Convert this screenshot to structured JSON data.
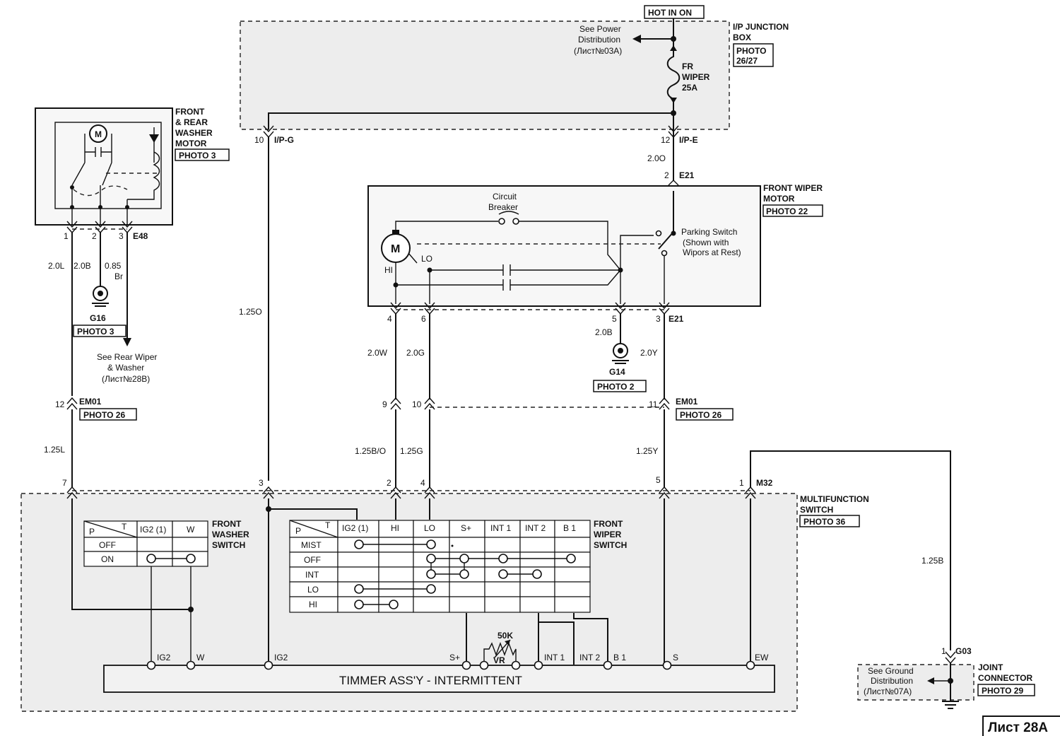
{
  "page_label": "Лист 28А",
  "hot_label": "HOT IN ON",
  "ip_junction_box": {
    "title": "I/P JUNCTION",
    "title2": "BOX",
    "photo": "PHOTO",
    "photo_num": "26/27"
  },
  "power_ref": {
    "line1": "See Power",
    "line2": "Distribution",
    "line3": "(Лист№03А)"
  },
  "fuse": {
    "line1": "FR",
    "line2": "WIPER",
    "line3": "25A"
  },
  "connectors": {
    "ipg_pin": "10",
    "ipg": "I/P-G",
    "ipe_pin": "12",
    "ipe": "I/P-E",
    "e21": "E21",
    "e21_top_pin": "2",
    "e21_pin4": "4",
    "e21_pin6": "6",
    "e21_pin5": "5",
    "e21_pin3": "3",
    "e48": "E48",
    "e48_pin1": "1",
    "e48_pin2": "2",
    "e48_pin3": "3",
    "em01": "EM01",
    "em01_pin12": "12",
    "em01_pin9": "9",
    "em01_pin10": "10",
    "em01_pin11": "11",
    "m32": "M32",
    "m32_pin7": "7",
    "m32_pin3": "3",
    "m32_pin2": "2",
    "m32_pin4": "4",
    "m32_pin5": "5",
    "m32_pin1": "1",
    "g03": "G03",
    "g03_pin": "1"
  },
  "wires": {
    "w20o": "2.0O",
    "w125o": "1.25O",
    "w20l": "2.0L",
    "w20b": "2.0B",
    "w085": "0.85",
    "w085br": "Br",
    "w20w": "2.0W",
    "w20g": "2.0G",
    "w20b2": "2.0B",
    "w20y": "2.0Y",
    "w125l": "1.25L",
    "w125bo": "1.25B/O",
    "w125g": "1.25G",
    "w125y": "1.25Y",
    "w125b": "1.25B"
  },
  "washer_motor": {
    "l1": "FRONT",
    "l2": "& REAR",
    "l3": "WASHER",
    "l4": "MOTOR",
    "photo": "PHOTO 3",
    "motor_symbol": "M"
  },
  "wiper_motor": {
    "l1": "FRONT WIPER",
    "l2": "MOTOR",
    "photo": "PHOTO 22",
    "motor_symbol": "M",
    "hi": "HI",
    "lo": "LO",
    "breaker1": "Circuit",
    "breaker2": "Breaker",
    "park1": "Parking Switch",
    "park2": "(Shown with",
    "park3": "Wipors at Rest)"
  },
  "grounds": {
    "g16": "G16",
    "g16_photo": "PHOTO 3",
    "g14": "G14",
    "g14_photo": "PHOTO 2"
  },
  "rear_ref": {
    "l1": "See Rear Wiper",
    "l2": "& Washer",
    "l3": "(Лист№28В)"
  },
  "photo26": "PHOTO 26",
  "multifunction": {
    "l1": "MULTIFUNCTION",
    "l2": "SWITCH",
    "photo": "PHOTO 36"
  },
  "washer_switch": {
    "title1": "FRONT",
    "title2": "WASHER",
    "title3": "SWITCH",
    "p": "P",
    "t": "T",
    "columns": [
      "IG2 (1)",
      "W"
    ],
    "rows": [
      "OFF",
      "ON"
    ]
  },
  "wiper_switch": {
    "title1": "FRONT",
    "title2": "WIPER",
    "title3": "SWITCH",
    "p": "P",
    "t": "T",
    "columns": [
      "IG2 (1)",
      "HI",
      "LO",
      "S+",
      "INT 1",
      "INT 2",
      "B 1"
    ],
    "rows": [
      "MIST",
      "OFF",
      "INT",
      "LO",
      "HI"
    ]
  },
  "timer": {
    "label": "TIMMER ASS'Y - INTERMITTENT",
    "pins": [
      "IG2",
      "W",
      "IG2",
      "S+",
      "VR",
      "INT 1",
      "INT 2",
      "B 1",
      "S",
      "EW"
    ],
    "resistor": "50K"
  },
  "joint": {
    "l1": "JOINT",
    "l2": "CONNECTOR",
    "photo": "PHOTO 29",
    "ref1": "See Ground",
    "ref2": "Distribution",
    "ref3": "(Лист№07А)"
  }
}
